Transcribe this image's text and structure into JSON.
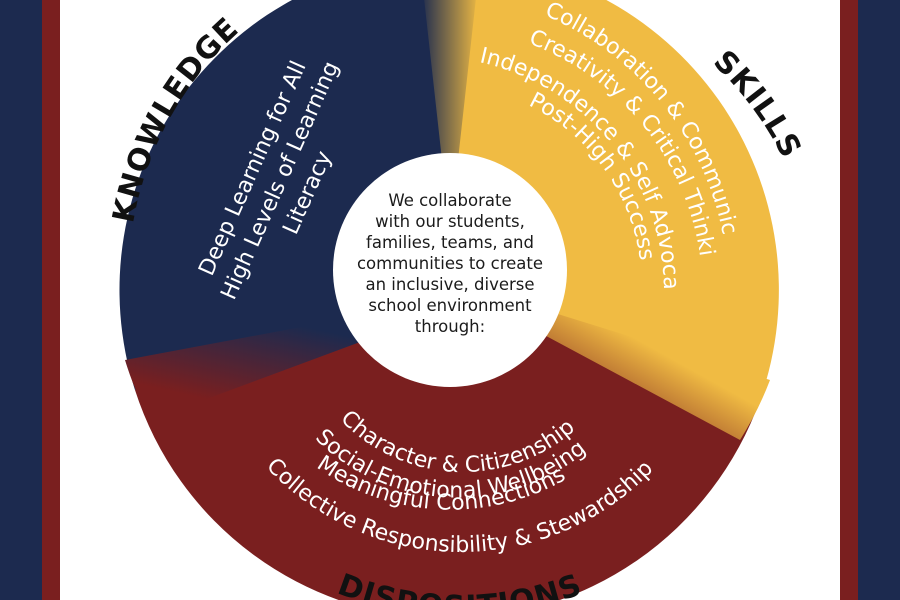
{
  "labels": {
    "knowledge": "KNOWLEDGE",
    "skills": "SKILLS",
    "dispositions": "DISPOSITIONS"
  },
  "knowledge_items": [
    "Deep Learning for All",
    "High Levels of Learning",
    "Literacy"
  ],
  "skills_items": [
    "Collaboration & Communication",
    "Creativity & Critical Thinking",
    "Independence & Self Advocacy",
    "Post-High Success"
  ],
  "dispositions_items": [
    "Character & Citizenship",
    "Social-Emotional Wellbeing",
    "Meaningful Connections",
    "Collective Responsibility & Stewardship"
  ],
  "center_lines": [
    "We collaborate",
    "with our students,",
    "families, teams, and",
    "communities to create",
    "an inclusive, diverse",
    "school environment",
    "through:"
  ],
  "colors": {
    "navy": "#1c2a4f",
    "gold": "#f0bb43",
    "maroon": "#7a1f1f",
    "white": "#ffffff"
  }
}
